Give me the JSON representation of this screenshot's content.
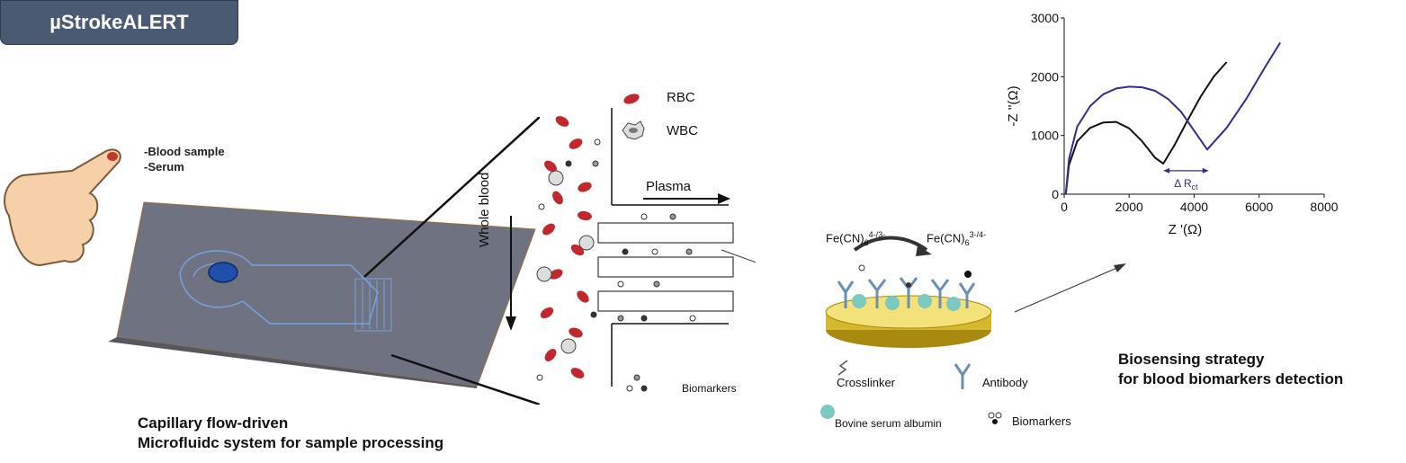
{
  "title": "µStrokeALERT",
  "sample_labels": [
    "-Blood sample",
    "-Serum"
  ],
  "microfluidic_caption": [
    "Capillary flow-driven",
    "Microfluidc system for sample processing"
  ],
  "separation": {
    "legend_rbc": "RBC",
    "legend_wbc": "WBC",
    "plasma_label": "Plasma",
    "whole_blood_label": "Whole blood",
    "biomarkers_label": "Biomarkers"
  },
  "biosensor": {
    "redox_left": "Fe(CN)",
    "redox_left_sub": "6",
    "redox_left_sup": "4-/3-",
    "redox_right": "Fe(CN)",
    "redox_right_sub": "6",
    "redox_right_sup": "3-/4-",
    "legend": {
      "crosslinker": "Crosslinker",
      "antibody": "Antibody",
      "bsa": "Bovine serum albumin",
      "biomarkers": "Biomarkers"
    }
  },
  "strategy_caption": [
    "Biosensing strategy",
    "for blood biomarkers detection"
  ],
  "chart_data": {
    "type": "line",
    "xlabel": "Z '(Ω)",
    "ylabel": "-Z ''(Ω)",
    "xlim": [
      0,
      8000
    ],
    "ylim": [
      0,
      3000
    ],
    "xticks": [
      0,
      2000,
      4000,
      6000,
      8000
    ],
    "yticks": [
      0,
      1000,
      2000,
      3000
    ],
    "annotation": "Δ R",
    "annotation_sub": "ct",
    "series": [
      {
        "color": "#111111",
        "x": [
          50,
          150,
          400,
          800,
          1200,
          1600,
          2000,
          2400,
          2800,
          3050,
          3400,
          3800,
          4200,
          4600,
          5000
        ],
        "y": [
          0,
          500,
          900,
          1130,
          1220,
          1230,
          1120,
          900,
          620,
          520,
          840,
          1260,
          1660,
          2000,
          2250
        ]
      },
      {
        "color": "#2f2f8f",
        "x": [
          50,
          150,
          400,
          800,
          1200,
          1600,
          2000,
          2400,
          2800,
          3200,
          3600,
          4000,
          4400,
          5000,
          5600,
          6200,
          6650
        ],
        "y": [
          0,
          600,
          1150,
          1500,
          1700,
          1800,
          1830,
          1820,
          1760,
          1620,
          1400,
          1080,
          760,
          1130,
          1620,
          2180,
          2580
        ]
      }
    ]
  }
}
